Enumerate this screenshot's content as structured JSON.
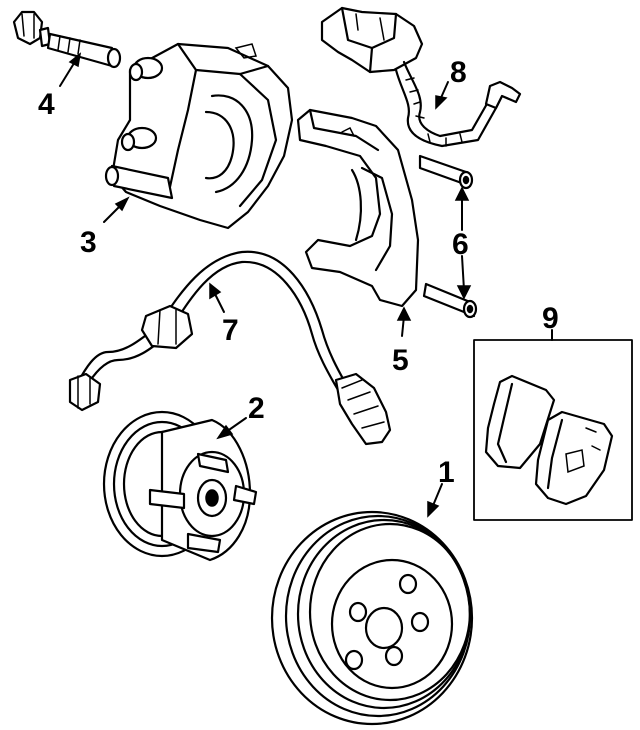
{
  "diagram": {
    "callouts": [
      {
        "id": "1",
        "label": "1",
        "part": "rotor"
      },
      {
        "id": "2",
        "label": "2",
        "part": "hub"
      },
      {
        "id": "3",
        "label": "3",
        "part": "caliper"
      },
      {
        "id": "4",
        "label": "4",
        "part": "bolt"
      },
      {
        "id": "5",
        "label": "5",
        "part": "caliper-bracket"
      },
      {
        "id": "6",
        "label": "6",
        "part": "guide-pins"
      },
      {
        "id": "7",
        "label": "7",
        "part": "brake-hose"
      },
      {
        "id": "8",
        "label": "8",
        "part": "wear-sensor"
      },
      {
        "id": "9",
        "label": "9",
        "part": "brake-pads"
      }
    ]
  }
}
